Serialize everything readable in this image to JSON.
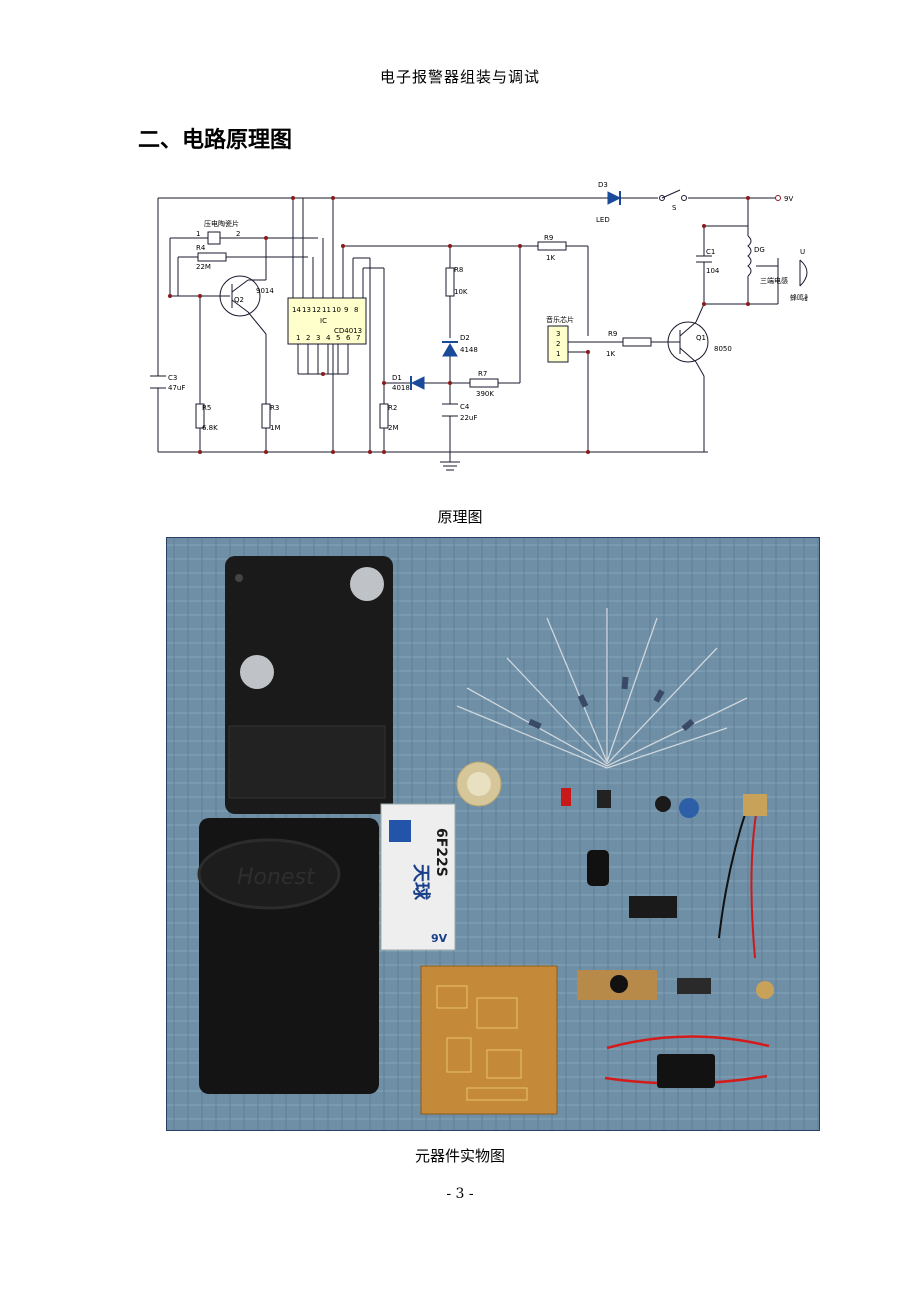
{
  "header": {
    "title": "电子报警器组装与调试"
  },
  "section": {
    "title": "二、电路原理图"
  },
  "schematic": {
    "caption": "原理图",
    "labels": {
      "d3": "D3",
      "led": "LED",
      "s": "S",
      "v9": "9V",
      "piezo": "压电陶瓷片",
      "p1": "1",
      "p2": "2",
      "r4": "R4",
      "r4v": "22M",
      "q2": "Q2",
      "q2v": "9014",
      "r9a": "R9",
      "r9av": "1K",
      "r8": "R8",
      "r8v": "10K",
      "ic": "IC",
      "icv": "CD4013",
      "pins_top": [
        "14",
        "13",
        "12",
        "11",
        "10",
        "9",
        "8"
      ],
      "pins_bot": [
        "1",
        "2",
        "3",
        "4",
        "5",
        "6",
        "7"
      ],
      "c1": "C1",
      "c1v": "104",
      "dg": "DG",
      "u": "U",
      "coil": "三端电感",
      "buzzer": "蜂鸣器",
      "chip": "音乐芯片",
      "chip_pins": [
        "3",
        "2",
        "1"
      ],
      "r9b": "R9",
      "r9bv": "1K",
      "q1": "Q1",
      "q1v": "8050",
      "d2": "D2",
      "d2v": "4148",
      "d1": "D1",
      "d1v": "4018",
      "r7": "R7",
      "r7v": "390K",
      "c3": "C3",
      "c3v": "47uF",
      "c4": "C4",
      "c4v": "22uF",
      "r5": "R5",
      "r5v": "6.8K",
      "r3": "R3",
      "r3v": "1M",
      "r2": "R2",
      "r2v": "2M"
    }
  },
  "photo": {
    "caption": "元器件实物图",
    "brand": "Honest",
    "battery_label": "6F22S",
    "battery_brand": "天球",
    "battery_voltage": "9V"
  },
  "footer": {
    "page": "- 3 -"
  },
  "colors": {
    "schematic_node": "#8b1a1a",
    "schematic_ic": "#ffffcc",
    "photo_bg": "#6e8fa6"
  }
}
